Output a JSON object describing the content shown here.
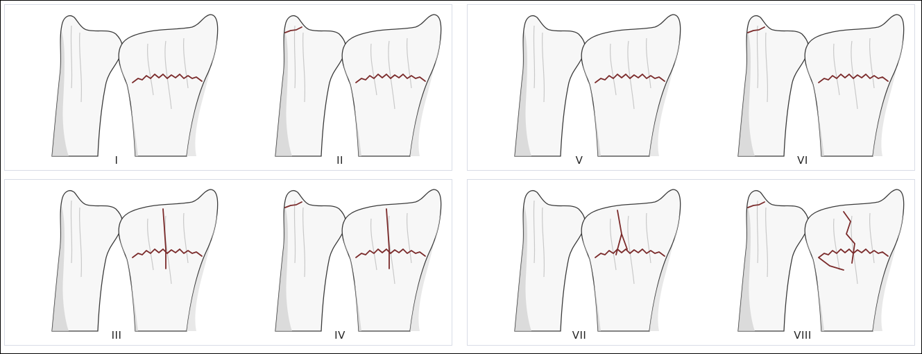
{
  "figure": {
    "fracture_color": "#7a2a2a",
    "panels": [
      {
        "cells": [
          {
            "label": "I"
          },
          {
            "label": "II"
          }
        ]
      },
      {
        "cells": [
          {
            "label": "V"
          },
          {
            "label": "VI"
          }
        ]
      },
      {
        "cells": [
          {
            "label": "III"
          },
          {
            "label": "IV"
          }
        ]
      },
      {
        "cells": [
          {
            "label": "VII"
          },
          {
            "label": "VIII"
          }
        ]
      }
    ]
  }
}
